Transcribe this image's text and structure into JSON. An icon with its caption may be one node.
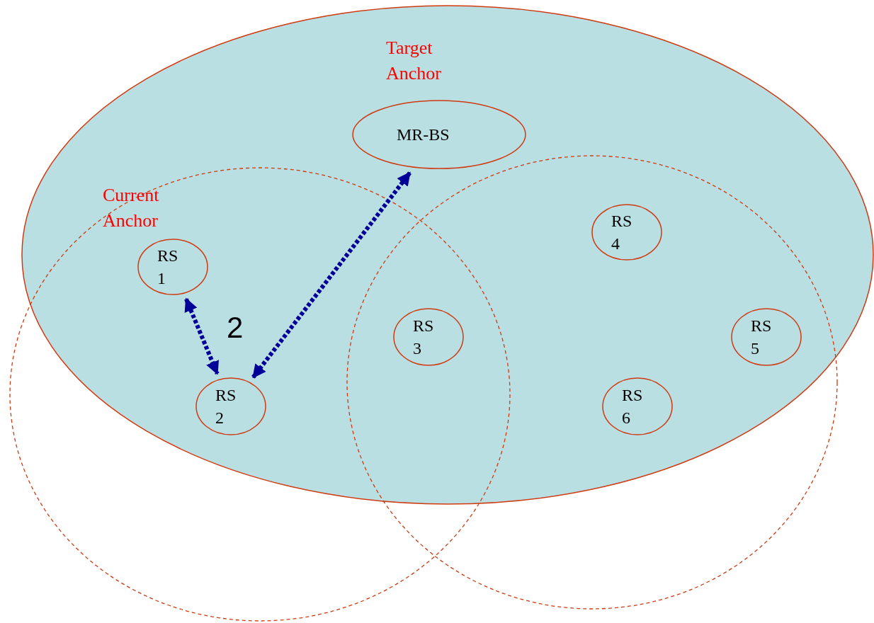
{
  "diagram": {
    "nodes": [
      {
        "text": [
          "MR-BS"
        ],
        "beside": [
          "Target Anchor"
        ]
      },
      {
        "text": [
          "RS 1"
        ],
        "beside": [
          "Current Anchor"
        ]
      },
      {
        "text": [
          "RS 2"
        ]
      },
      {
        "text": [
          "RS 3"
        ]
      },
      {
        "text": [
          "RS 4"
        ]
      },
      {
        "text": [
          "RS 5"
        ]
      },
      {
        "text": [
          "RS 6"
        ]
      }
    ],
    "edges": [
      {
        "from": 1,
        "to": 2,
        "arrow": "both",
        "style": "dashed",
        "label": "2"
      },
      {
        "from": 0,
        "to": 2,
        "arrow": "both",
        "style": "dashed"
      }
    ]
  }
}
